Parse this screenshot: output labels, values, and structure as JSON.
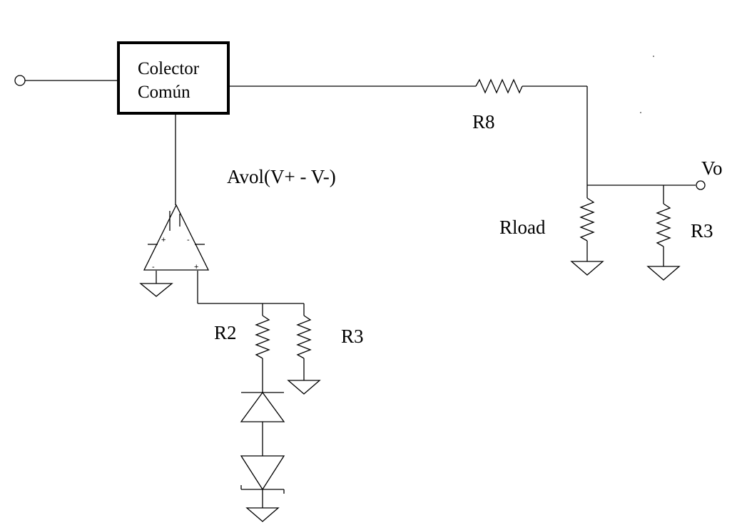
{
  "block": {
    "line1": "Colector",
    "line2": "Común"
  },
  "labels": {
    "gain": "Avol(V+ - V-)",
    "r8": "R8",
    "rload": "Rload",
    "r3_output": "R3",
    "r2": "R2",
    "r3_input": "R3",
    "vo": "Vo"
  },
  "opamp": {
    "plus_inner": "+",
    "minus_inner": "-",
    "minus_pin": "-",
    "plus_pin": "+"
  }
}
